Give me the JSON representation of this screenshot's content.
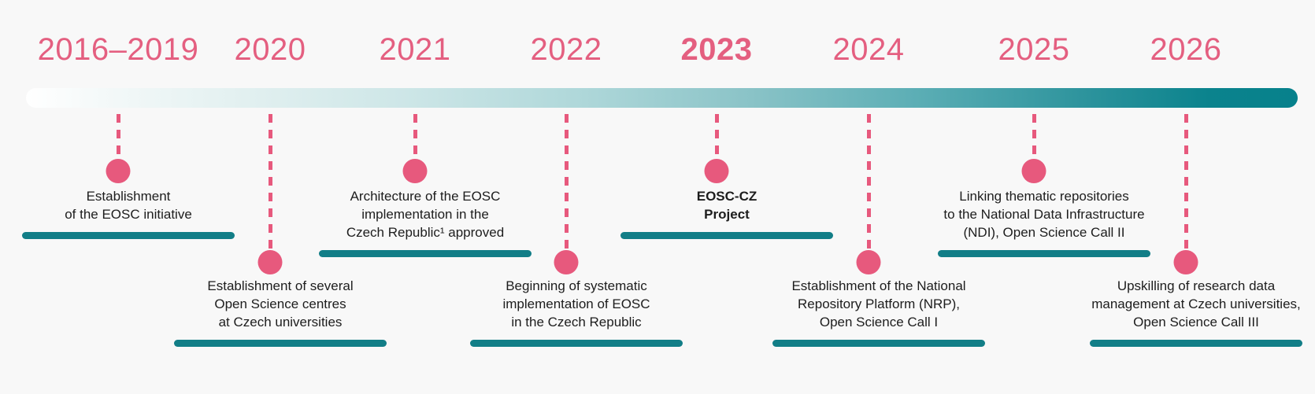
{
  "diagram": {
    "type": "timeline",
    "subject": "EOSC implementation milestones in the Czech Republic"
  },
  "colors": {
    "background": "#f8f8f8",
    "pink_accent": "#e7597d",
    "year_pink": "#e45f80",
    "teal_dark": "#07818c",
    "teal_underline": "#127e87",
    "text": "#1d1d1d"
  },
  "events": [
    {
      "year": "2016–2019",
      "row": "top",
      "emphasis": false,
      "text": "Establishment\nof the EOSC initiative"
    },
    {
      "year": "2020",
      "row": "bottom",
      "emphasis": false,
      "text": "Establishment of several\nOpen Science centres\nat Czech universities"
    },
    {
      "year": "2021",
      "row": "top",
      "emphasis": false,
      "text": "Architecture of the EOSC\nimplementation in the\nCzech Republic¹ approved"
    },
    {
      "year": "2022",
      "row": "bottom",
      "emphasis": false,
      "text": "Beginning of systematic\nimplementation of EOSC\nin the Czech Republic"
    },
    {
      "year": "2023",
      "row": "top",
      "emphasis": true,
      "text": "EOSC-CZ\nProject"
    },
    {
      "year": "2024",
      "row": "bottom",
      "emphasis": false,
      "text": "Establishment of the National\nRepository Platform (NRP),\nOpen Science Call I"
    },
    {
      "year": "2025",
      "row": "top",
      "emphasis": false,
      "text": "Linking thematic repositories\nto the National Data Infrastructure\n(NDI), Open Science Call II"
    },
    {
      "year": "2026",
      "row": "bottom",
      "emphasis": false,
      "text": "Upskilling of research data\nmanagement at Czech universities,\nOpen Science Call III"
    }
  ]
}
